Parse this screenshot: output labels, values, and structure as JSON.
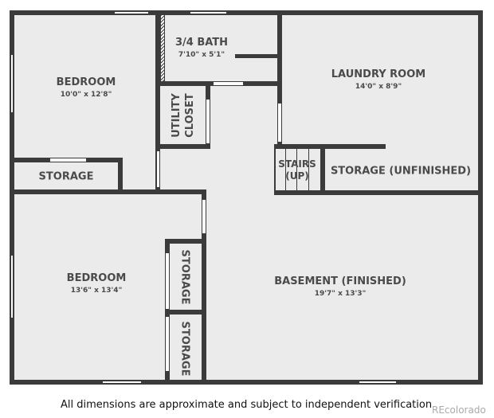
{
  "rooms": {
    "bedroom_1": {
      "name": "BEDROOM",
      "dims": "10'0\" x 12'8\""
    },
    "bath": {
      "name": "3/4 BATH",
      "dims": "7'10\" x 5'1\""
    },
    "laundry": {
      "name": "LAUNDRY ROOM",
      "dims": "14'0\" x 8'9\""
    },
    "utility": {
      "name_line1": "UTILITY",
      "name_line2": "CLOSET"
    },
    "storage_1": {
      "name": "STORAGE"
    },
    "stairs": {
      "name_line1": "STAIRS",
      "name_line2": "(UP)"
    },
    "storage_unfinished": {
      "name": "STORAGE (UNFINISHED)"
    },
    "bedroom_2": {
      "name": "BEDROOM",
      "dims": "13'6\" x 13'4\""
    },
    "storage_2": {
      "name": "STORAGE"
    },
    "storage_3": {
      "name": "STORAGE"
    },
    "basement": {
      "name": "BASEMENT (FINISHED)",
      "dims": "19'7\" x 13'3\""
    }
  },
  "footer": {
    "disclaimer": "All dimensions are approximate and subject to independent verification",
    "brand": "REcolorado"
  }
}
